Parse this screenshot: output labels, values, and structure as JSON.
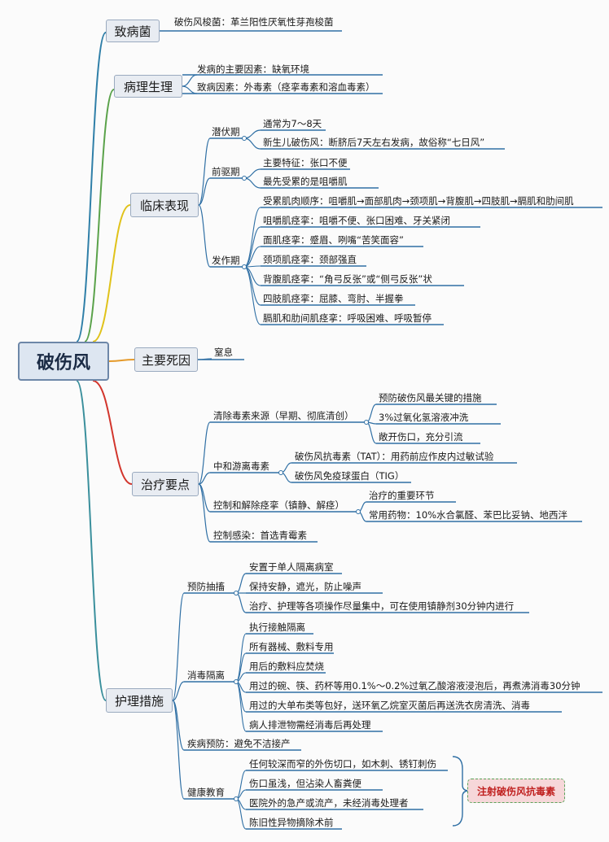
{
  "root": "破伤风",
  "pathogen": {
    "title": "致病菌",
    "items": [
      "破伤风梭菌：革兰阳性厌氧性芽孢梭菌"
    ]
  },
  "pathophysiology": {
    "title": "病理生理",
    "items": [
      "发病的主要因素：缺氧环境",
      "致病因素：外毒素（痉挛毒素和溶血毒素）"
    ]
  },
  "clinical": {
    "title": "临床表现",
    "incubation": {
      "label": "潜伏期",
      "items": [
        "通常为7～8天",
        "新生儿破伤风：断脐后7天左右发病，故俗称“七日风”"
      ]
    },
    "prodrome": {
      "label": "前驱期",
      "items": [
        "主要特征：张口不便",
        "最先受累的是咀嚼肌"
      ]
    },
    "onset": {
      "label": "发作期",
      "items": [
        "受累肌肉顺序：咀嚼肌→面部肌肉→颈项肌→背腹肌→四肢肌→膈肌和肋间肌",
        "咀嚼肌痉挛：咀嚼不便、张口困难、牙关紧闭",
        "面肌痉挛：蹙眉、咧嘴“苦笑面容”",
        "颈项肌痉挛：颈部强直",
        "背腹肌痉挛：“角弓反张”或“侧弓反张”状",
        "四肢肌痉挛：屈膝、弯肘、半握拳",
        "膈肌和肋间肌痉挛：呼吸困难、呼吸暂停"
      ]
    }
  },
  "death": {
    "title": "主要死因",
    "items": [
      "窒息"
    ]
  },
  "treatment": {
    "title": "治疗要点",
    "clear": {
      "label": "清除毒素来源（早期、彻底清创）",
      "items": [
        "预防破伤风最关键的措施",
        "3%过氧化氢溶液冲洗",
        "敞开伤口，充分引流"
      ]
    },
    "neutralize": {
      "label": "中和游离毒素",
      "items": [
        "破伤风抗毒素（TAT）：用药前应作皮内过敏试验",
        "破伤风免疫球蛋白（TIG）"
      ]
    },
    "spasm": {
      "label": "控制和解除痉挛（镇静、解痉）",
      "items": [
        "治疗的重要环节",
        "常用药物：10%水合氯醛、苯巴比妥钠、地西泮"
      ]
    },
    "infection": {
      "label": "控制感染：首选青霉素"
    }
  },
  "nursing": {
    "title": "护理措施",
    "seizure": {
      "label": "预防抽搐",
      "items": [
        "安置于单人隔离病室",
        "保持安静，遮光，防止噪声",
        "治疗、护理等各项操作尽量集中，可在使用镇静剂30分钟内进行"
      ]
    },
    "disinfect": {
      "label": "消毒隔离",
      "items": [
        "执行接触隔离",
        "所有器械、敷料专用",
        "用后的敷料应焚烧",
        "用过的碗、筷、药杯等用0.1%～0.2%过氧乙酸溶液浸泡后，再煮沸消毒30分钟",
        "用过的大单布类等包好，送环氧乙烷室灭菌后再送洗衣房清洗、消毒",
        "病人排泄物需经消毒后再处理"
      ]
    },
    "prevention": {
      "label": "疾病预防：避免不洁接产"
    },
    "education": {
      "label": "健康教育",
      "items": [
        "任何较深而窄的外伤切口，如木刺、锈钉刺伤",
        "伤口虽浅，但沾染人畜粪便",
        "医院外的急产或流产，未经消毒处理者",
        "陈旧性异物摘除术前"
      ],
      "callout": "注射破伤风抗毒素"
    }
  }
}
